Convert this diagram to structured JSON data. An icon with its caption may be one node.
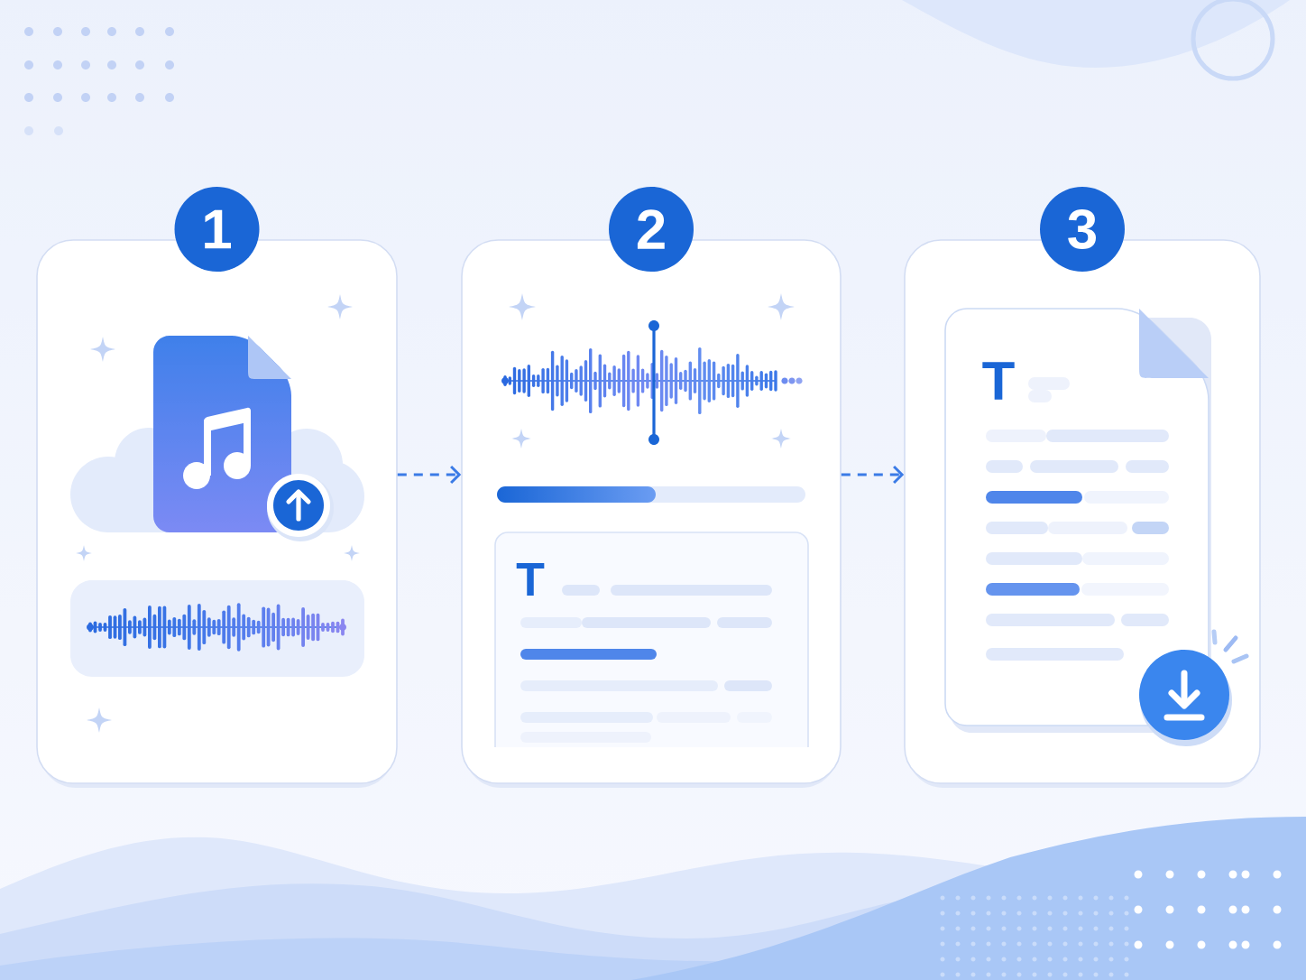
{
  "diagram": {
    "nodes": [
      {
        "text": [
          "1"
        ]
      },
      {
        "text": [
          "2"
        ]
      },
      {
        "text": [
          "T"
        ],
        "in": 1
      },
      {
        "text": [
          "3"
        ]
      },
      {
        "text": [
          "T"
        ],
        "in": 3
      }
    ],
    "edges": [
      {
        "from": 0,
        "to": 1,
        "arrow": "to",
        "style": "dashed"
      },
      {
        "from": 1,
        "to": 3,
        "arrow": "to",
        "style": "dashed"
      }
    ]
  }
}
